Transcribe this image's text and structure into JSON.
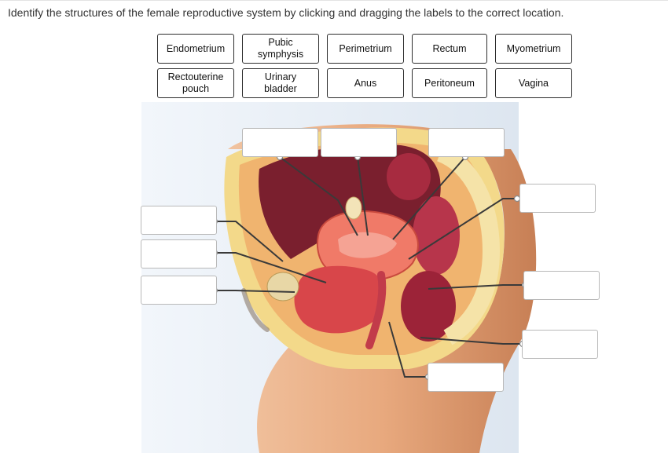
{
  "instructions": "Identify the structures of the female reproductive system by clicking and dragging the labels to the correct location.",
  "labels": [
    {
      "id": "endometrium",
      "text": "Endometrium"
    },
    {
      "id": "pubic-symphysis",
      "text": "Pubic\nsymphysis"
    },
    {
      "id": "perimetrium",
      "text": "Perimetrium"
    },
    {
      "id": "rectum",
      "text": "Rectum"
    },
    {
      "id": "myometrium",
      "text": "Myometrium"
    },
    {
      "id": "rectouterine-pouch",
      "text": "Rectouterine\npouch"
    },
    {
      "id": "urinary-bladder",
      "text": "Urinary\nbladder"
    },
    {
      "id": "anus",
      "text": "Anus"
    },
    {
      "id": "peritoneum",
      "text": "Peritoneum"
    },
    {
      "id": "vagina",
      "text": "Vagina"
    }
  ],
  "drop_targets": [
    "target-1",
    "target-2",
    "target-3",
    "target-4",
    "target-5",
    "target-6",
    "target-7",
    "target-8",
    "target-9",
    "target-10"
  ]
}
